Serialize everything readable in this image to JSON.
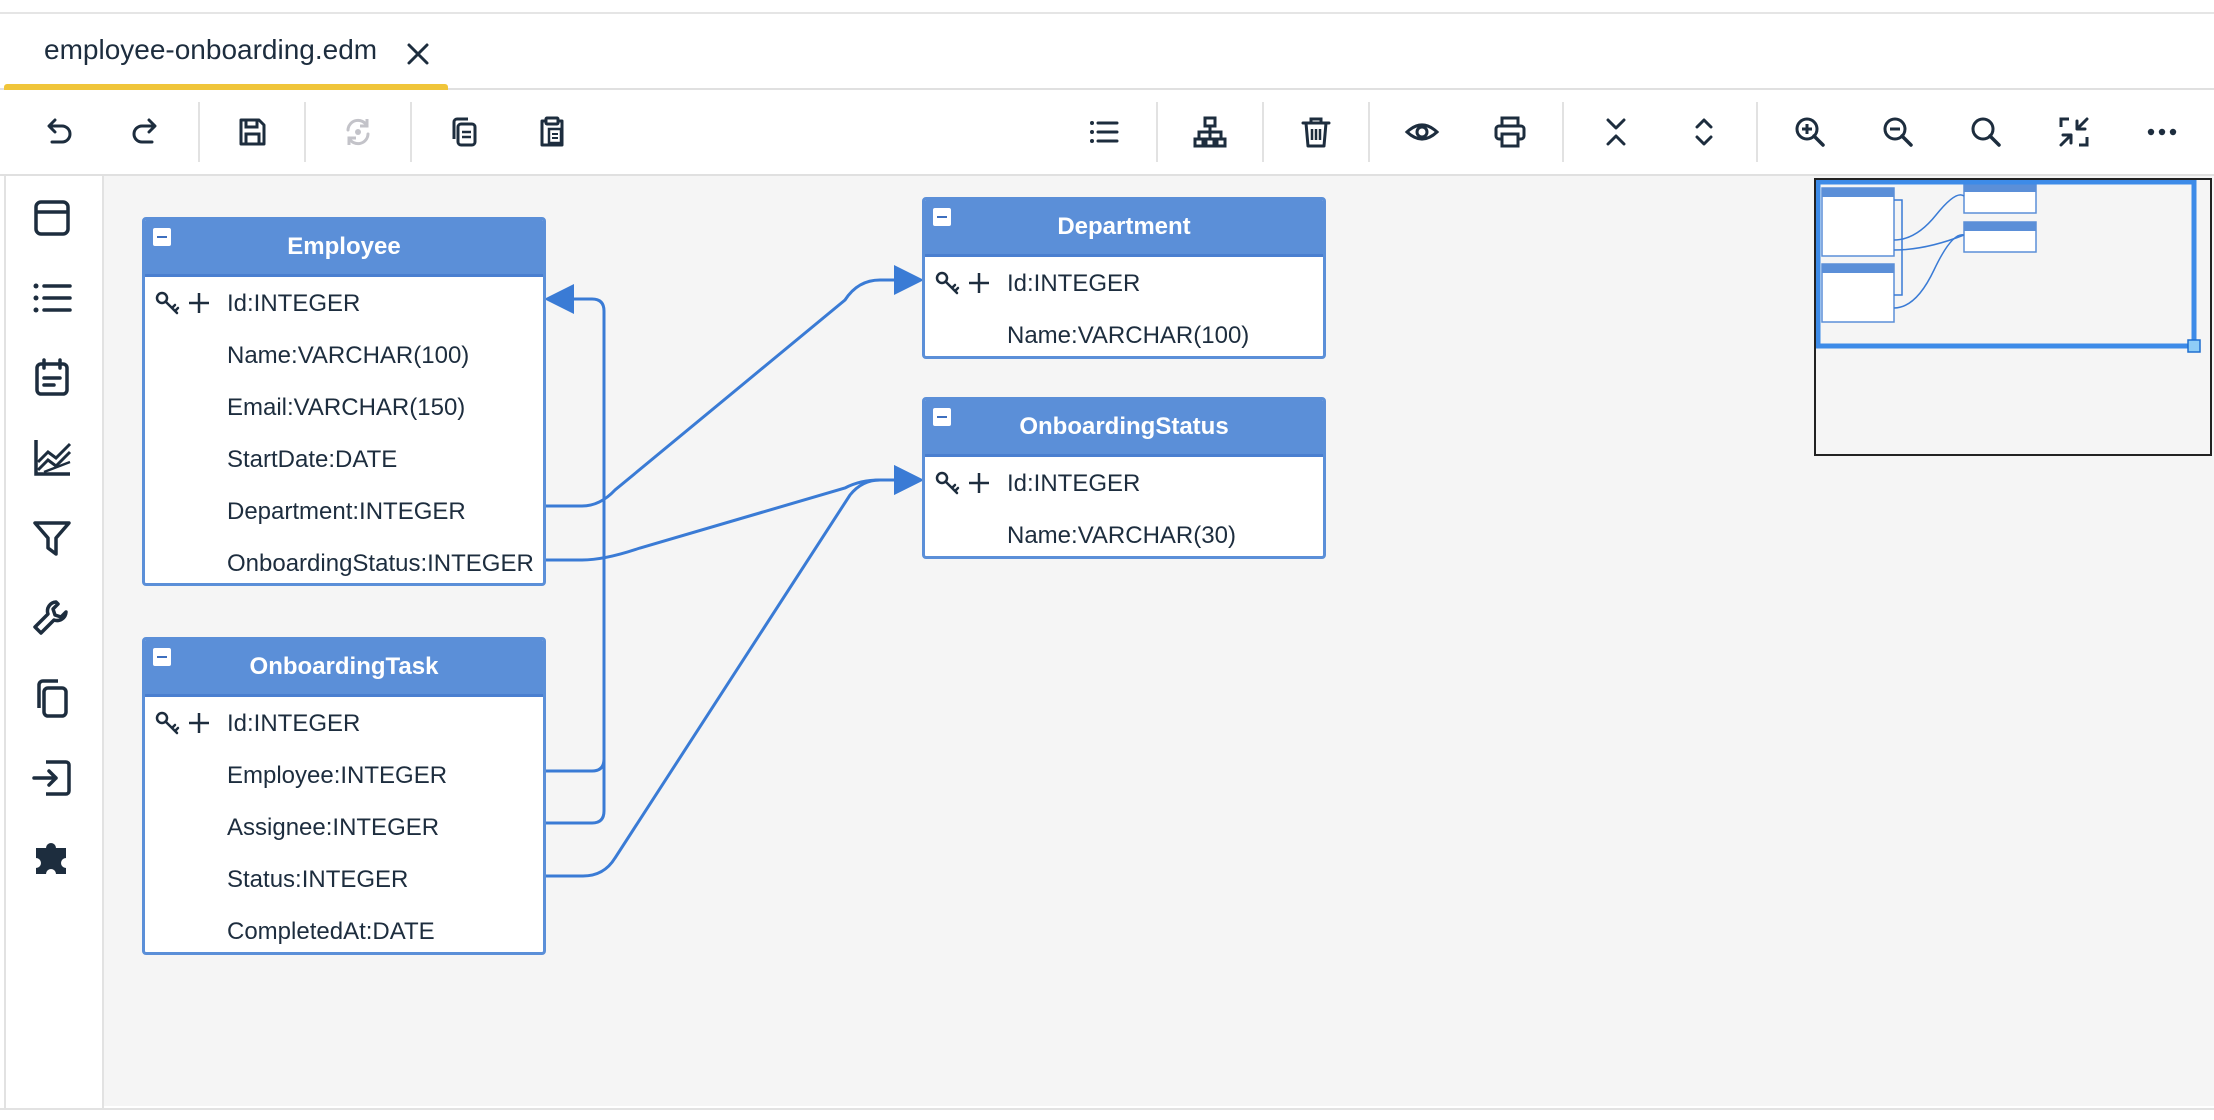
{
  "tab": {
    "title": "employee-onboarding.edm",
    "close_icon": "close-icon"
  },
  "toolbar": {
    "buttons": [
      {
        "name": "undo",
        "icon": "undo-icon"
      },
      {
        "name": "redo",
        "icon": "redo-icon"
      },
      {
        "name": "save",
        "icon": "save-icon"
      },
      {
        "name": "regenerate",
        "icon": "refresh-icon",
        "disabled": true
      },
      {
        "name": "copy",
        "icon": "copy-icon"
      },
      {
        "name": "paste",
        "icon": "paste-icon"
      },
      {
        "name": "list",
        "icon": "list-icon"
      },
      {
        "name": "hierarchy",
        "icon": "hierarchy-icon"
      },
      {
        "name": "delete",
        "icon": "trash-icon"
      },
      {
        "name": "preview",
        "icon": "eye-icon"
      },
      {
        "name": "print",
        "icon": "printer-icon"
      },
      {
        "name": "collapse-all",
        "icon": "collapse-icon"
      },
      {
        "name": "expand-all",
        "icon": "expand-icon"
      },
      {
        "name": "zoom-in",
        "icon": "zoom-in-icon"
      },
      {
        "name": "zoom-out",
        "icon": "zoom-out-icon"
      },
      {
        "name": "search",
        "icon": "search-icon"
      },
      {
        "name": "fit",
        "icon": "fit-icon"
      },
      {
        "name": "more",
        "icon": "more-icon"
      }
    ]
  },
  "sidebar": {
    "items": [
      {
        "name": "entity",
        "icon": "window-icon"
      },
      {
        "name": "list",
        "icon": "list-icon"
      },
      {
        "name": "calendar",
        "icon": "calendar-icon"
      },
      {
        "name": "chart",
        "icon": "area-chart-icon"
      },
      {
        "name": "filter",
        "icon": "filter-icon"
      },
      {
        "name": "tools",
        "icon": "wrench-icon"
      },
      {
        "name": "copy",
        "icon": "copy-icon"
      },
      {
        "name": "import",
        "icon": "import-icon"
      },
      {
        "name": "plugin",
        "icon": "puzzle-icon"
      }
    ]
  },
  "entities": {
    "employee": {
      "title": "Employee",
      "fields": [
        "Id:INTEGER",
        "Name:VARCHAR(100)",
        "Email:VARCHAR(150)",
        "StartDate:DATE",
        "Department:INTEGER",
        "OnboardingStatus:INTEGER"
      ]
    },
    "onboarding_task": {
      "title": "OnboardingTask",
      "fields": [
        "Id:INTEGER",
        "Employee:INTEGER",
        "Assignee:INTEGER",
        "Status:INTEGER",
        "CompletedAt:DATE"
      ]
    },
    "department": {
      "title": "Department",
      "fields": [
        "Id:INTEGER",
        "Name:VARCHAR(100)"
      ]
    },
    "onboarding_status": {
      "title": "OnboardingStatus",
      "fields": [
        "Id:INTEGER",
        "Name:VARCHAR(30)"
      ]
    }
  },
  "colors": {
    "accent": "#5b8fd8",
    "link": "#3a7bd5",
    "tab_indicator": "#f0c53a",
    "canvas": "#f5f5f5"
  }
}
